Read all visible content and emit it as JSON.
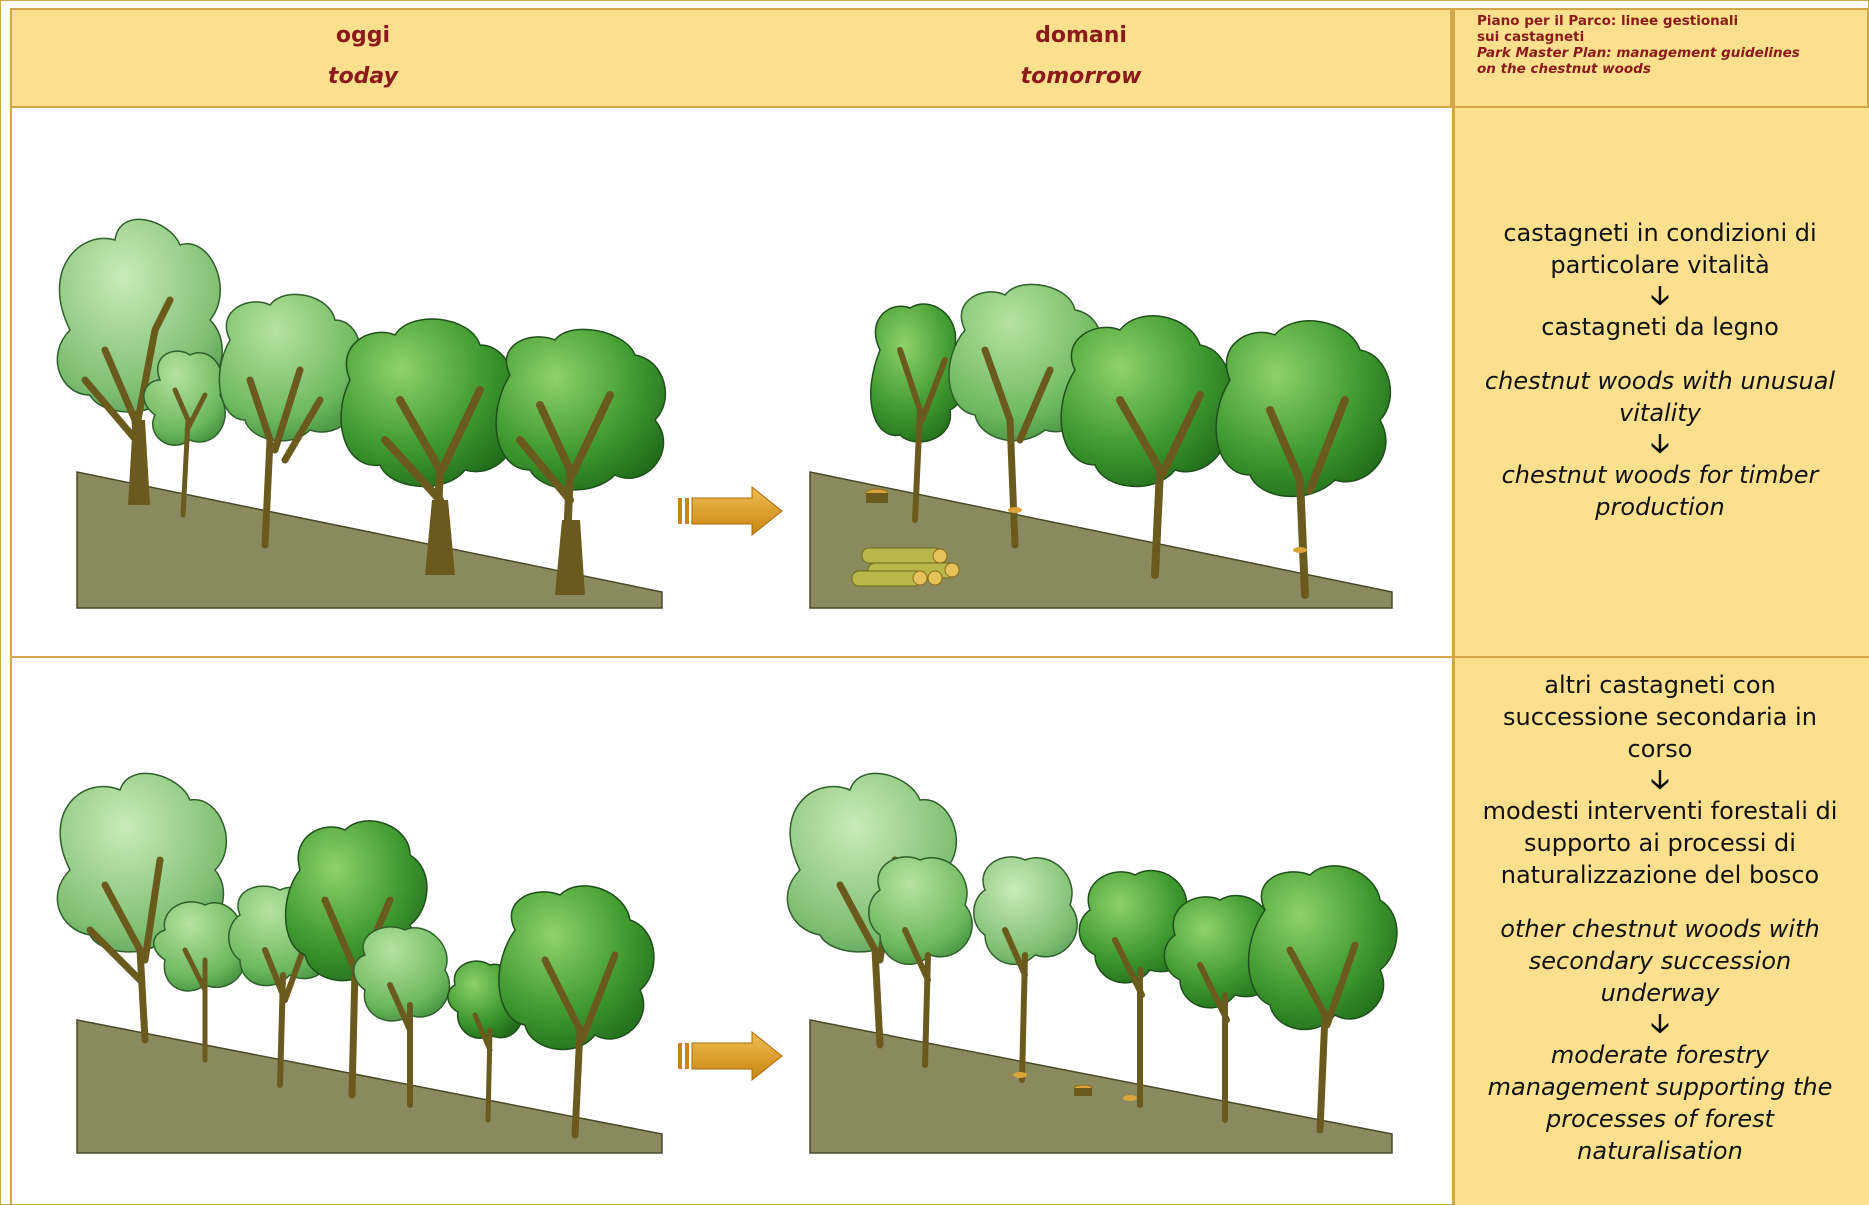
{
  "header": {
    "today_it": "oggi",
    "today_en": "today",
    "tomorrow_it": "domani",
    "tomorrow_en": "tomorrow",
    "plan_it_1": "Piano per il Parco: linee gestionali",
    "plan_it_2": "sui castagneti",
    "plan_en_1": "Park Master Plan: management guidelines",
    "plan_en_2": "on the chestnut woods"
  },
  "row1": {
    "it_1": "castagneti in condizioni di",
    "it_2": "particolare vitalità",
    "arrow": "🡣",
    "it_3": "castagneti da legno",
    "en_1": "chestnut woods with unusual",
    "en_2": "vitality",
    "en_3": "chestnut woods for timber",
    "en_4": "production"
  },
  "row2": {
    "it_1": "altri castagneti con",
    "it_2": "successione secondaria in",
    "it_3": "corso",
    "arrow": "🡣",
    "it_4": "modesti interventi forestali di",
    "it_5": "supporto ai processi di",
    "it_6": "naturalizzazione del bosco",
    "en_1": "other chestnut woods with",
    "en_2": "secondary succession",
    "en_3": "underway",
    "en_4": "moderate forestry",
    "en_5": "management supporting the",
    "en_6": "processes of forest",
    "en_7": "naturalisation"
  },
  "colors": {
    "header_bg": "#fde08e",
    "border": "#d4a64a",
    "title_red": "#8b1a1a",
    "ground": "#8b8a5e",
    "trunk": "#6b5a1e",
    "arrow": "#d99a1e"
  }
}
